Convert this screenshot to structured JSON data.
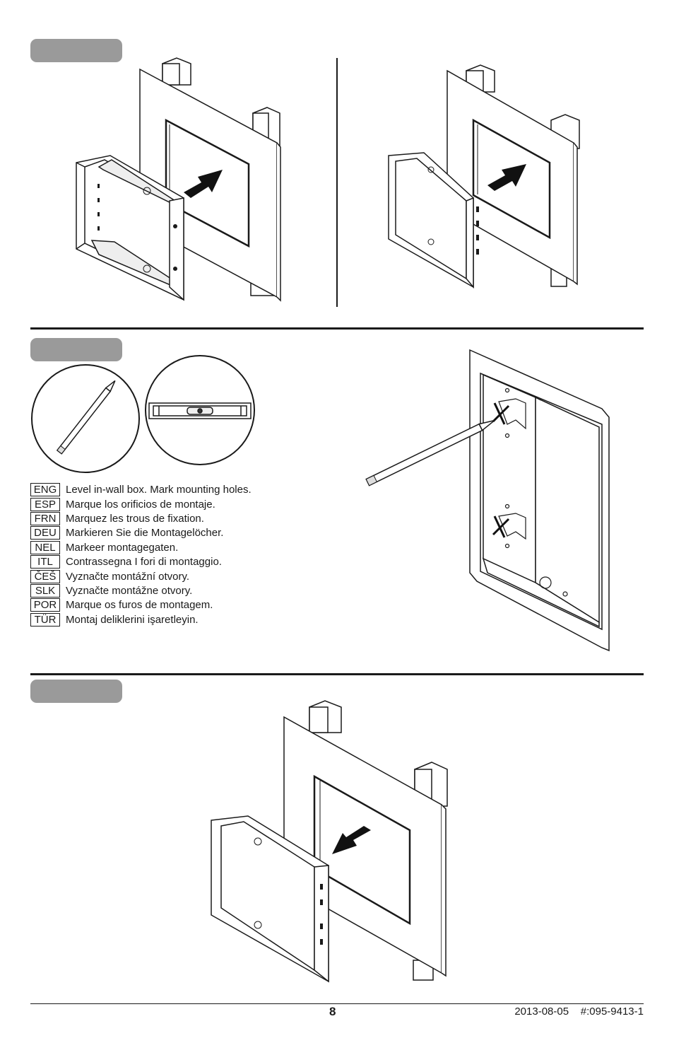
{
  "steps": [
    {
      "instructions": []
    },
    {
      "instructions": [
        {
          "code": "ENG",
          "text": "Level in-wall box. Mark mounting holes."
        },
        {
          "code": "ESP",
          "text": "Marque los orificios de montaje."
        },
        {
          "code": "FRN",
          "text": "Marquez les trous de fixation."
        },
        {
          "code": "DEU",
          "text": "Markieren Sie die Montagelöcher."
        },
        {
          "code": "NEL",
          "text": "Markeer montagegaten."
        },
        {
          "code": "ITL",
          "text": "Contrassegna I fori di montaggio."
        },
        {
          "code": "ČEŠ",
          "text": "Vyznačte montážní otvory."
        },
        {
          "code": "SLK",
          "text": "Vyznačte montážne otvory."
        },
        {
          "code": "POR",
          "text": "Marque os furos de montagem."
        },
        {
          "code": "TÜR",
          "text": "Montaj deliklerini işaretleyin."
        }
      ]
    },
    {
      "instructions": []
    }
  ],
  "footer": {
    "page_number": "8",
    "date": "2013-08-05",
    "part_number": "#:095-9413-1"
  }
}
